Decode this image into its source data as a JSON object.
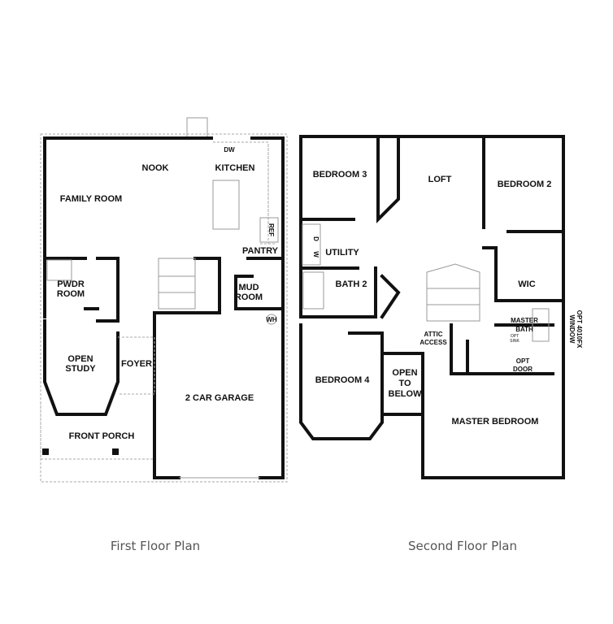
{
  "first_floor": {
    "caption": "First Floor Plan",
    "rooms": {
      "nook": "NOOK",
      "kitchen": "KITCHEN",
      "dw": "DW",
      "family_room": "FAMILY ROOM",
      "ref": "REF",
      "pantry": "PANTRY",
      "pwdr_1": "PWDR",
      "pwdr_2": "ROOM",
      "mud_1": "MUD",
      "mud_2": "ROOM",
      "wh": "WH",
      "study_1": "OPEN",
      "study_2": "STUDY",
      "foyer": "FOYER",
      "garage": "2 CAR GARAGE",
      "porch": "FRONT PORCH"
    }
  },
  "second_floor": {
    "caption": "Second Floor Plan",
    "rooms": {
      "bedroom3": "BEDROOM 3",
      "loft": "LOFT",
      "bedroom2": "BEDROOM 2",
      "w": "W",
      "d": "D",
      "utility": "UTILITY",
      "bath2": "BATH 2",
      "wic": "WIC",
      "master_bath_1": "MASTER",
      "master_bath_2": "BATH",
      "opt_sink_1": "OPT",
      "opt_sink_2": "SINK",
      "opt_window_1": "OPT 4010FX",
      "opt_window_2": "WINDOW",
      "attic_1": "ATTIC",
      "attic_2": "ACCESS",
      "bedroom4": "BEDROOM 4",
      "open_1": "OPEN",
      "open_2": "TO",
      "open_3": "BELOW",
      "opt_door_1": "OPT",
      "opt_door_2": "DOOR",
      "master_bedroom": "MASTER BEDROOM"
    }
  }
}
